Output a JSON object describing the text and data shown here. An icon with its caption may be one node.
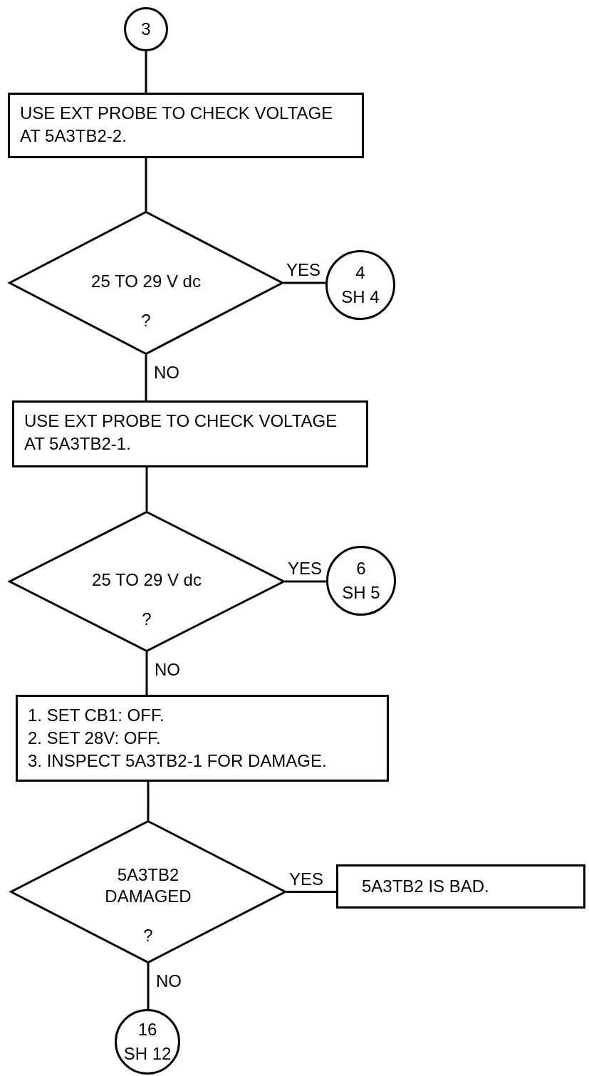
{
  "diagram": {
    "nodes": [
      {
        "text": [
          "3"
        ]
      },
      {
        "text": [
          "USE EXT PROBE TO CHECK VOLTAGE AT 5A3TB2-2."
        ]
      },
      {
        "text": [
          "25 TO 29 V dc",
          "?"
        ]
      },
      {
        "text": [
          "4",
          "SH 4"
        ]
      },
      {
        "text": [
          "USE EXT PROBE TO CHECK VOLTAGE AT 5A3TB2-1."
        ]
      },
      {
        "text": [
          "25 TO 29 V dc",
          "?"
        ]
      },
      {
        "text": [
          "6",
          "SH 5"
        ]
      },
      {
        "text": [
          "1. SET CB1: OFF.",
          "2. SET 28V: OFF.",
          "3. INSPECT 5A3TB2-1 FOR DAMAGE."
        ]
      },
      {
        "text": [
          "5A3TB2 DAMAGED",
          "?"
        ]
      },
      {
        "text": [
          "5A3TB2 IS BAD."
        ]
      },
      {
        "text": [
          "16",
          "SH 12"
        ]
      }
    ],
    "edges": [
      {
        "from": 0,
        "to": 1,
        "arrow": "none"
      },
      {
        "from": 1,
        "to": 2,
        "arrow": "none"
      },
      {
        "from": 2,
        "to": 3,
        "arrow": "none",
        "label": "YES"
      },
      {
        "from": 2,
        "to": 4,
        "arrow": "none",
        "label": "NO"
      },
      {
        "from": 4,
        "to": 5,
        "arrow": "none"
      },
      {
        "from": 5,
        "to": 6,
        "arrow": "none",
        "label": "YES"
      },
      {
        "from": 5,
        "to": 7,
        "arrow": "none",
        "label": "NO"
      },
      {
        "from": 7,
        "to": 8,
        "arrow": "none"
      },
      {
        "from": 8,
        "to": 9,
        "arrow": "none",
        "label": "YES"
      },
      {
        "from": 8,
        "to": 10,
        "arrow": "none",
        "label": "NO"
      }
    ]
  }
}
